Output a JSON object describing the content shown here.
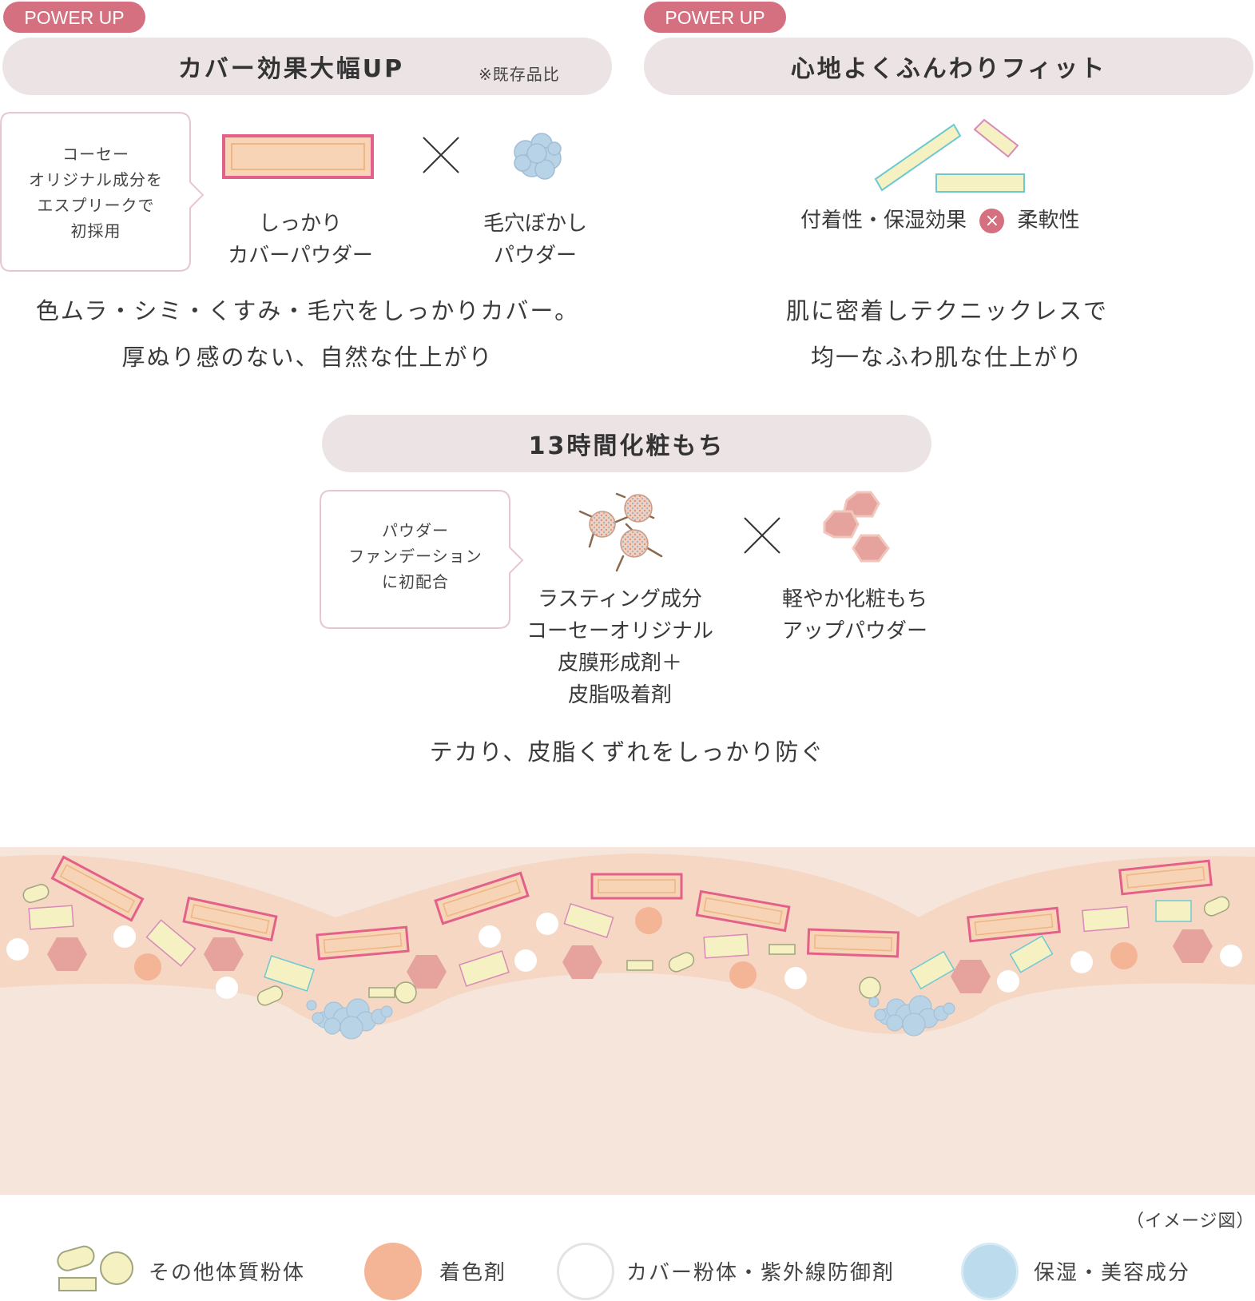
{
  "badges": [
    "POWER UP",
    "POWER UP"
  ],
  "left": {
    "title": "カバー効果大幅UP",
    "note": "※既存品比",
    "bubble": [
      "コーセー",
      "オリジナル成分を",
      "エスプリークで",
      "初採用"
    ],
    "item1": [
      "しっかり",
      "カバーパウダー"
    ],
    "item2": [
      "毛穴ぼかし",
      "パウダー"
    ],
    "desc": [
      "色ムラ・シミ・くすみ・毛穴をしっかりカバー。",
      "厚ぬり感のない、自然な仕上がり"
    ]
  },
  "right": {
    "title": "心地よくふんわりフィット",
    "label_a": "付着性・保湿効果",
    "label_b": "柔軟性",
    "desc": [
      "肌に密着しテクニックレスで",
      "均一なふわ肌な仕上がり"
    ]
  },
  "center": {
    "title": "13時間化粧もち",
    "bubble": [
      "パウダー",
      "ファンデーション",
      "に初配合"
    ],
    "item1": [
      "ラスティング成分",
      "コーセーオリジナル",
      "皮膜形成剤＋",
      "皮脂吸着剤"
    ],
    "item2": [
      "軽やか化粧もち",
      "アップパウダー"
    ],
    "desc": "テカり、皮脂くずれをしっかり防ぐ"
  },
  "image_note": "（イメージ図）",
  "legend": [
    {
      "label": "その他体質粉体",
      "color": "#f5f1c2"
    },
    {
      "label": "着色剤",
      "color": "#f4b597"
    },
    {
      "label": "カバー粉体・紫外線防御剤",
      "color": "#ffffff"
    },
    {
      "label": "保湿・美容成分",
      "color": "#bcdcee"
    }
  ],
  "colors": {
    "badge": "#d4707f",
    "pill": "#ece3e4",
    "pink_border": "#e3608a",
    "cover_fill": "#f6d4b5",
    "yellow": "#f5f1c2",
    "cyan": "#6cc9d2",
    "skin_top": "#f5d7c4",
    "skin_base": "#f5e5da",
    "hexagon": "#e6a39d"
  }
}
